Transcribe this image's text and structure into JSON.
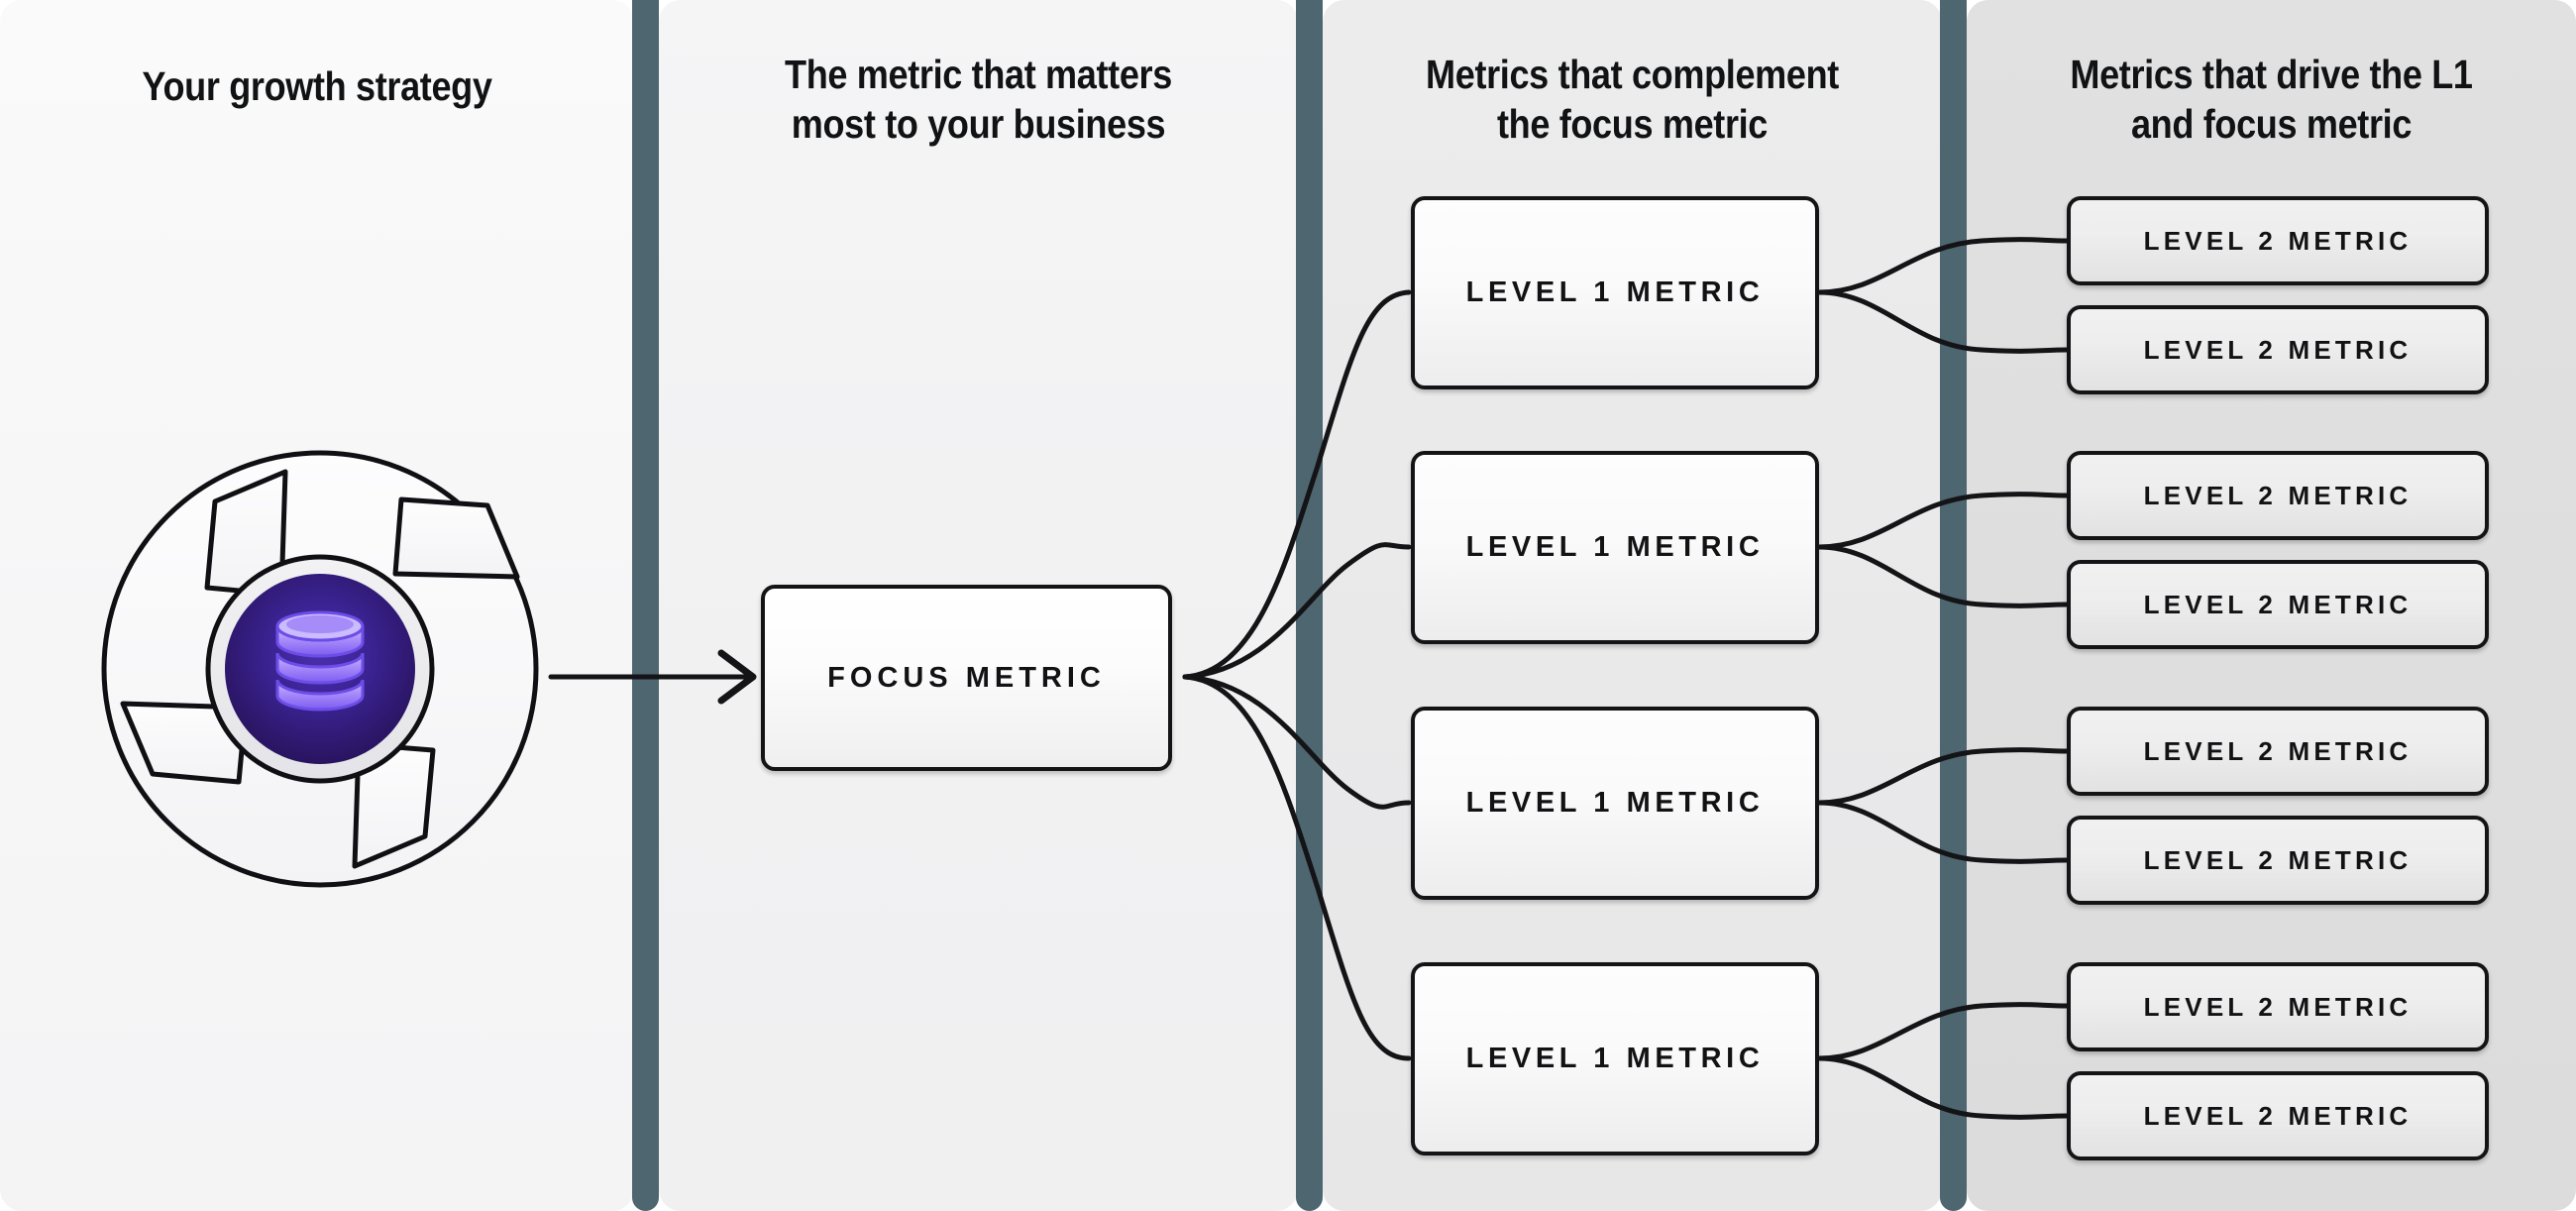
{
  "columns": [
    {
      "id": "growth-strategy",
      "title": "Your growth strategy"
    },
    {
      "id": "focus-metric",
      "title": "The metric that matters\nmost to your business"
    },
    {
      "id": "level-1-metrics",
      "title": "Metrics that complement\nthe focus metric"
    },
    {
      "id": "level-2-metrics",
      "title": "Metrics that drive the L1\nand focus metric"
    }
  ],
  "strategy_icon": {
    "name": "growth-strategy-pinwheel-database-icon",
    "inner_icon": "database-icon",
    "outer_shape": "pinwheel-aperture",
    "colors": {
      "orb_outer": "#2b1766",
      "orb_inner": "#3a2389",
      "database": "#a78bfa",
      "database_highlight": "#ddd6fe",
      "blade_fill": "#fbfbfc",
      "stroke": "#101014"
    }
  },
  "focus_metric": {
    "label": "FOCUS METRIC"
  },
  "groups": [
    {
      "l1": {
        "label": "LEVEL 1 METRIC"
      },
      "l2": [
        {
          "label": "LEVEL 2 METRIC"
        },
        {
          "label": "LEVEL 2 METRIC"
        }
      ]
    },
    {
      "l1": {
        "label": "LEVEL 1 METRIC"
      },
      "l2": [
        {
          "label": "LEVEL 2 METRIC"
        },
        {
          "label": "LEVEL 2 METRIC"
        }
      ]
    },
    {
      "l1": {
        "label": "LEVEL 1 METRIC"
      },
      "l2": [
        {
          "label": "LEVEL 2 METRIC"
        },
        {
          "label": "LEVEL 2 METRIC"
        }
      ]
    },
    {
      "l1": {
        "label": "LEVEL 1 METRIC"
      },
      "l2": [
        {
          "label": "LEVEL 2 METRIC"
        },
        {
          "label": "LEVEL 2 METRIC"
        }
      ]
    }
  ],
  "flat_labels": {
    "l1_0": "LEVEL 1 METRIC",
    "l1_1": "LEVEL 1 METRIC",
    "l1_2": "LEVEL 1 METRIC",
    "l1_3": "LEVEL 1 METRIC",
    "l2_0_0": "LEVEL 2 METRIC",
    "l2_0_1": "LEVEL 2 METRIC",
    "l2_1_0": "LEVEL 2 METRIC",
    "l2_1_1": "LEVEL 2 METRIC",
    "l2_2_0": "LEVEL 2 METRIC",
    "l2_2_1": "LEVEL 2 METRIC",
    "l2_3_0": "LEVEL 2 METRIC",
    "l2_3_1": "LEVEL 2 METRIC"
  },
  "connectors": {
    "strategy_to_focus": "arrow-right",
    "focus_to_l1": "fan-out-4",
    "l1_to_l2": "fan-out-2"
  },
  "palette": {
    "divider": "#4d6670",
    "col1_bg": "#f7f7f8",
    "col2_bg": "#f1f1f2",
    "col3_bg": "#e9e9ea",
    "col4_bg": "#dedede",
    "stroke": "#141417",
    "text": "#121215"
  }
}
